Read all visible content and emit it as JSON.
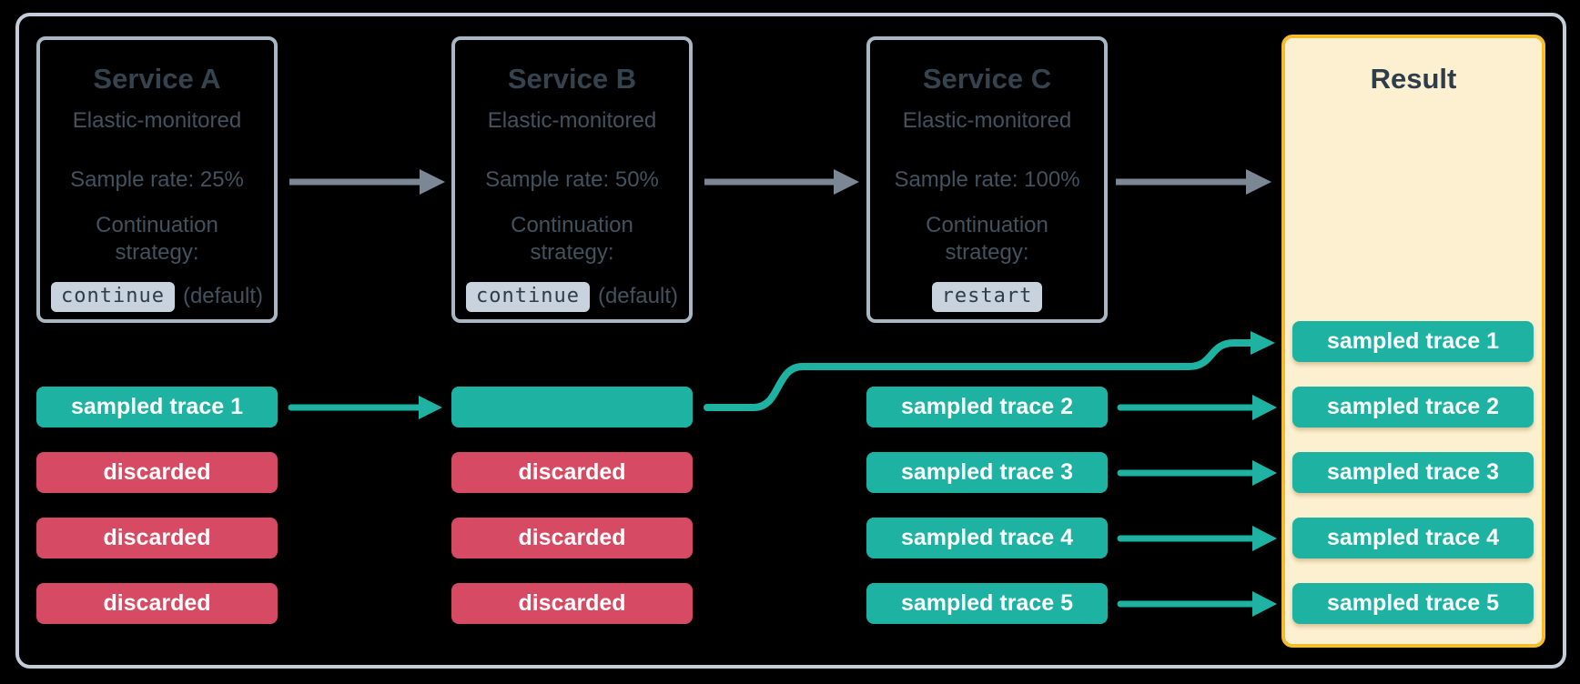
{
  "services": [
    {
      "name": "Service A",
      "monitored": "Elastic-monitored",
      "sample_rate": "Sample rate: 25%",
      "strategy_label_line1": "Continuation",
      "strategy_label_line2": "strategy:",
      "strategy_value": "continue",
      "strategy_suffix": "(default)"
    },
    {
      "name": "Service B",
      "monitored": "Elastic-monitored",
      "sample_rate": "Sample rate: 50%",
      "strategy_label_line1": "Continuation",
      "strategy_label_line2": "strategy:",
      "strategy_value": "continue",
      "strategy_suffix": "(default)"
    },
    {
      "name": "Service C",
      "monitored": "Elastic-monitored",
      "sample_rate": "Sample rate: 100%",
      "strategy_label_line1": "Continuation",
      "strategy_label_line2": "strategy:",
      "strategy_value": "restart",
      "strategy_suffix": ""
    }
  ],
  "result": {
    "title": "Result",
    "items": [
      "sampled trace 1",
      "sampled trace 2",
      "sampled trace 3",
      "sampled trace 4",
      "sampled trace 5"
    ]
  },
  "traces": {
    "service_a": [
      "sampled trace 1",
      "discarded",
      "discarded",
      "discarded"
    ],
    "service_b": [
      "",
      "discarded",
      "discarded",
      "discarded"
    ],
    "service_c": [
      "sampled trace 2",
      "sampled trace 3",
      "sampled trace 4",
      "sampled trace 5"
    ]
  },
  "colors": {
    "sampled_teal": "#1eb2a3",
    "discarded_red": "#d64a64",
    "flow_arrow_gray": "#7b8794",
    "service_border": "#a9b7c4",
    "frame_border": "#c3ceda",
    "result_border": "#f3bd2e",
    "result_background": "#fcf0d1",
    "badge_background": "#c8d3dd",
    "title_text": "#35434f",
    "body_text": "#42525e"
  }
}
